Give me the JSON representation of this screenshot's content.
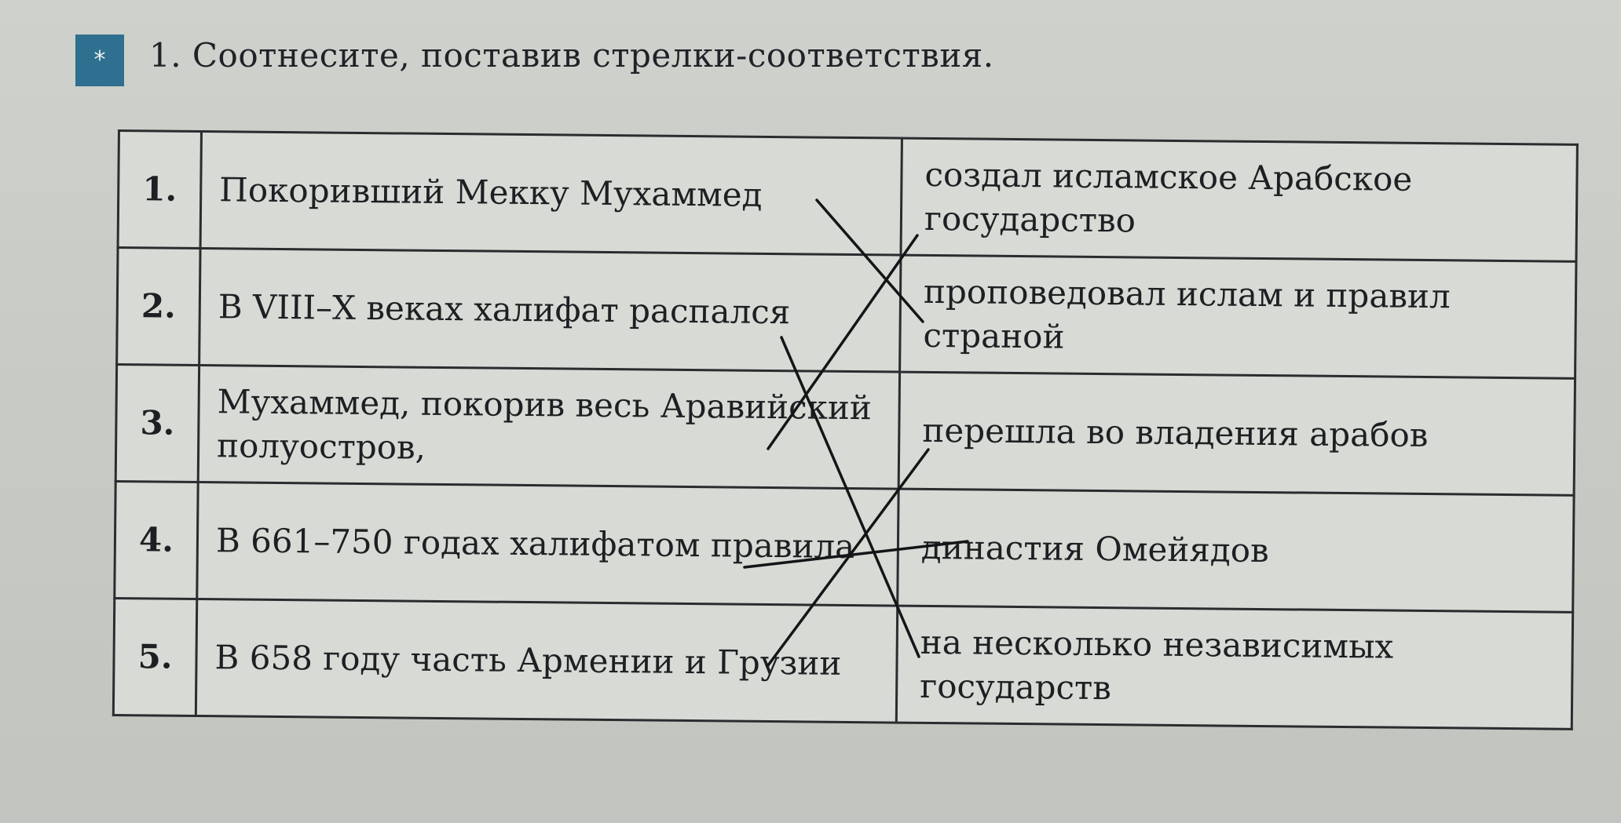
{
  "task": {
    "marker_symbol": "*",
    "title": "1. Соотнесите, поставив стрелки-соответствия."
  },
  "table": {
    "rows": [
      {
        "num": "1.",
        "left": "Покоривший Мекку Мухаммед",
        "right": "создал исламское Арабское государство"
      },
      {
        "num": "2.",
        "left": "В VIII–X веках халифат распался",
        "right": "проповедовал ислам и правил страной"
      },
      {
        "num": "3.",
        "left": "Мухаммед, покорив весь Аравийский полуостров,",
        "right": "перешла во владения арабов"
      },
      {
        "num": "4.",
        "left": "В 661–750 годах халифатом правила",
        "right": "династия Омейядов"
      },
      {
        "num": "5.",
        "left": "В 658 году часть Армении и Грузии",
        "right": "на несколько независимых государств"
      }
    ]
  },
  "answers": {
    "pairs": [
      {
        "from": 1,
        "to": 2
      },
      {
        "from": 2,
        "to": 5
      },
      {
        "from": 3,
        "to": 1
      },
      {
        "from": 4,
        "to": 4
      },
      {
        "from": 5,
        "to": 3
      }
    ]
  },
  "colors": {
    "marker": "#2f6f8f",
    "ink": "#141517",
    "paper": "#d8dad6"
  }
}
